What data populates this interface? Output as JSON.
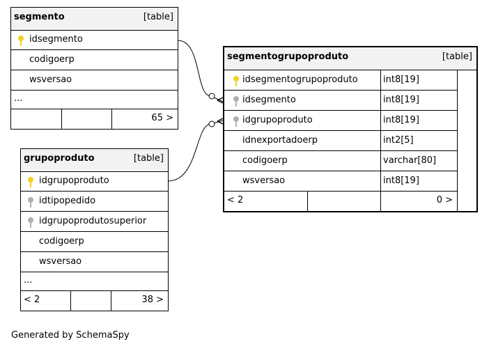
{
  "tables": {
    "segmento": {
      "name": "segmento",
      "kind": "[table]",
      "columns": [
        "idsegmento",
        "codigoerp",
        "wsversao"
      ],
      "more": "...",
      "nav": {
        "left": "",
        "mid": "",
        "right": "65 >"
      }
    },
    "grupoproduto": {
      "name": "grupoproduto",
      "kind": "[table]",
      "columns": [
        "idgrupoproduto",
        "idtipopedido",
        "idgrupoprodutosuperior",
        "codigoerp",
        "wsversao"
      ],
      "more": "...",
      "nav": {
        "left": "< 2",
        "mid": "",
        "right": "38 >"
      }
    },
    "segmentogrupoproduto": {
      "name": "segmentogrupoproduto",
      "kind": "[table]",
      "columns": [
        {
          "name": "idsegmentogrupoproduto",
          "type": "int8[19]"
        },
        {
          "name": "idsegmento",
          "type": "int8[19]"
        },
        {
          "name": "idgrupoproduto",
          "type": "int8[19]"
        },
        {
          "name": "idnexportadoerp",
          "type": "int2[5]"
        },
        {
          "name": "codigoerp",
          "type": "varchar[80]"
        },
        {
          "name": "wsversao",
          "type": "int8[19]"
        }
      ],
      "nav": {
        "left": "< 2",
        "mid": "",
        "right": "0 >"
      }
    }
  },
  "key_colors": {
    "primary": "#f2d21c",
    "foreign": "#b0b0b0"
  },
  "footer": "Generated by SchemaSpy"
}
